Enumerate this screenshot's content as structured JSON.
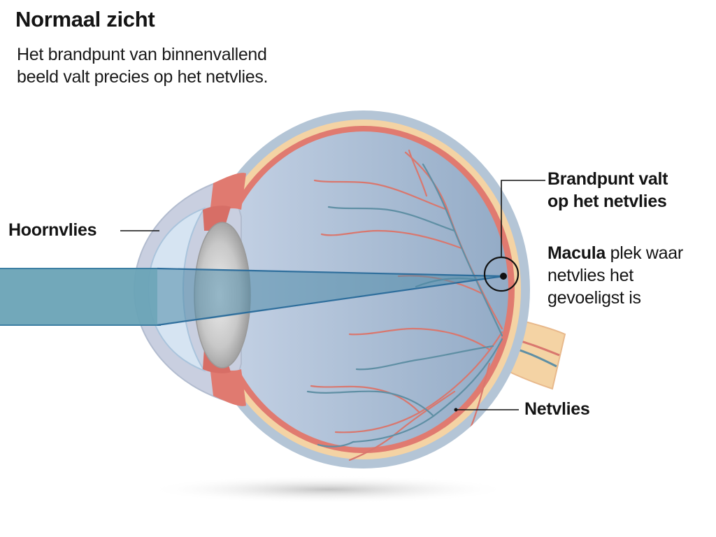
{
  "title": "Normaal zicht",
  "subtitle": {
    "line1": "Het brandpunt van binnenvallend",
    "line2": "beeld valt precies op het netvlies."
  },
  "labels": {
    "hoornvlies": "Hoornvlies",
    "brandpunt_line1": "Brandpunt valt",
    "brandpunt_line2": "op het netvlies",
    "macula_bold": "Macula",
    "macula_rest": " plek waar",
    "macula_line2": "netvlies het",
    "macula_line3": "gevoeligst is",
    "netvlies": "Netvlies"
  },
  "colors": {
    "sclera": "#b5c6d6",
    "vitreous_left": "#bfcde1",
    "vitreous_right": "#97afc8",
    "retina_red": "#e07a70",
    "choroid_yellow": "#f4d3a4",
    "cornea": "#d2dcea",
    "lens": "#c9c9c9",
    "light_beam": "#5e9ab0",
    "vessel_red": "#d9776e",
    "vessel_blue": "#5f8fa4",
    "text": "#141414"
  }
}
